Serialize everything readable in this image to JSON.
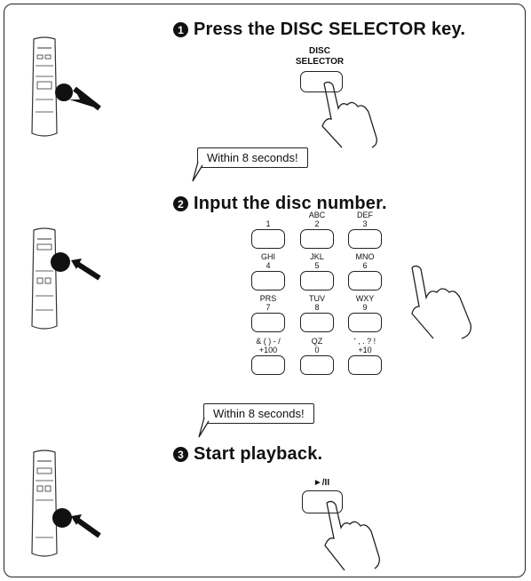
{
  "steps": [
    {
      "number": "1",
      "text": "Press the DISC SELECTOR key."
    },
    {
      "number": "2",
      "text": "Input the disc number."
    },
    {
      "number": "3",
      "text": "Start playback."
    }
  ],
  "callouts": {
    "first": "Within 8 seconds!",
    "second": "Within 8 seconds!"
  },
  "disc_selector_key": {
    "label_line1": "DISC",
    "label_line2": "SELECTOR"
  },
  "keypad": [
    {
      "letters": "",
      "digit": "1"
    },
    {
      "letters": "ABC",
      "digit": "2"
    },
    {
      "letters": "DEF",
      "digit": "3"
    },
    {
      "letters": "GHI",
      "digit": "4"
    },
    {
      "letters": "JKL",
      "digit": "5"
    },
    {
      "letters": "MNO",
      "digit": "6"
    },
    {
      "letters": "PRS",
      "digit": "7"
    },
    {
      "letters": "TUV",
      "digit": "8"
    },
    {
      "letters": "WXY",
      "digit": "9"
    },
    {
      "letters": "& ( ) - /",
      "digit": "+100"
    },
    {
      "letters": "QZ",
      "digit": "0"
    },
    {
      "letters": "' , . ? !",
      "digit": "+10"
    }
  ],
  "play_key": {
    "label": "►/II"
  },
  "icons": {
    "remote": "remote-control-icon",
    "arrow": "pointing-arrow-icon",
    "hand": "pressing-hand-icon"
  }
}
